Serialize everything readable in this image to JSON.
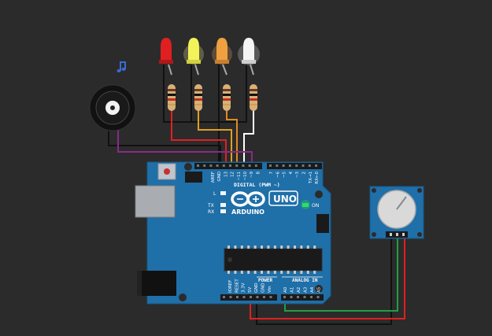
{
  "canvas": {
    "background": "#2b2b2b"
  },
  "board": {
    "name": "ARDUINO",
    "model": "UNO",
    "color": "#1f6fa8",
    "digital_label": "DIGITAL (PWM ~)",
    "analog_label": "ANALOG IN",
    "power_label": "POWER",
    "on_label": "ON",
    "l_label": "L",
    "tx_label": "TX",
    "rx_label": "RX",
    "header_top_left": [
      "AREF",
      "GND",
      "13",
      "12",
      "~11",
      "~10",
      "~9",
      "8"
    ],
    "header_top_right": [
      "7",
      "~6",
      "~5",
      "4",
      "~3",
      "2",
      "TX→1",
      "RX←0"
    ],
    "power_pins": [
      "IOREF",
      "RESET",
      "3.3V",
      "5V",
      "GND",
      "GND",
      "Vin"
    ],
    "analog_pins": [
      "A0",
      "A1",
      "A2",
      "A3",
      "A4",
      "A5"
    ]
  },
  "leds": [
    {
      "id": "red",
      "color": "#e02020"
    },
    {
      "id": "yellow",
      "color": "#f2f25a"
    },
    {
      "id": "orange",
      "color": "#f0a040"
    },
    {
      "id": "white",
      "color": "#f4f4f4"
    }
  ],
  "buzzer": {
    "icon": "music-note-icon",
    "note_color": "#3a6bd6"
  },
  "potentiometer": {
    "color": "#1f6fa8"
  },
  "wires": {
    "red": "#e02020",
    "black": "#111111",
    "yellow": "#e0a020",
    "orange": "#e08a20",
    "white": "#ffffff",
    "purple": "#8a2a8a",
    "green": "#20a040"
  }
}
